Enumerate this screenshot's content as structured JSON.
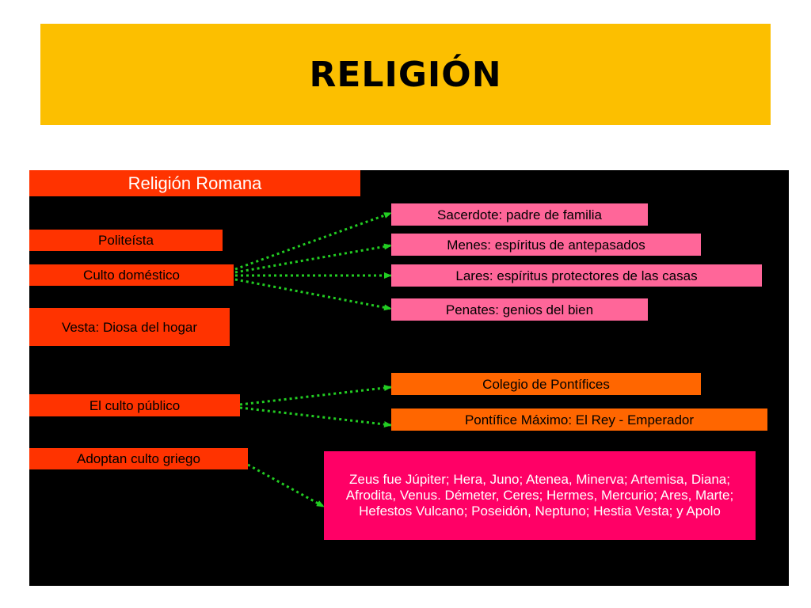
{
  "banner": {
    "title": "RELIGIÓN"
  },
  "diagram": {
    "header": "Religión Romana",
    "left": {
      "politeista": "Politeísta",
      "culto_domestico": "Culto doméstico",
      "vesta": "Vesta: Diosa del hogar",
      "culto_publico": "El culto público",
      "adoptan": "Adoptan culto griego"
    },
    "right": {
      "sacerdote": "Sacerdote: padre de familia",
      "menes": "Menes: espíritus de antepasados",
      "lares": "Lares: espíritus protectores de las casas",
      "penates": "Penates: genios del bien",
      "colegio": "Colegio de Pontífices",
      "pontifice": "Pontífice Máximo: El Rey - Emperador",
      "dioses": "Zeus fue Júpiter; Hera, Juno; Atenea, Minerva; Artemisa, Diana; Afrodita, Venus. Démeter, Ceres; Hermes, Mercurio; Ares, Marte; Hefestos Vulcano; Poseidón, Neptuno; Hestia Vesta; y Apolo"
    },
    "colors": {
      "banner": "#FCBF00",
      "left_boxes": "#FF3300",
      "pink_boxes": "#FF6699",
      "orange_boxes": "#FF6600",
      "gods_box": "#FF0066",
      "arrows": "#22CC22"
    }
  }
}
